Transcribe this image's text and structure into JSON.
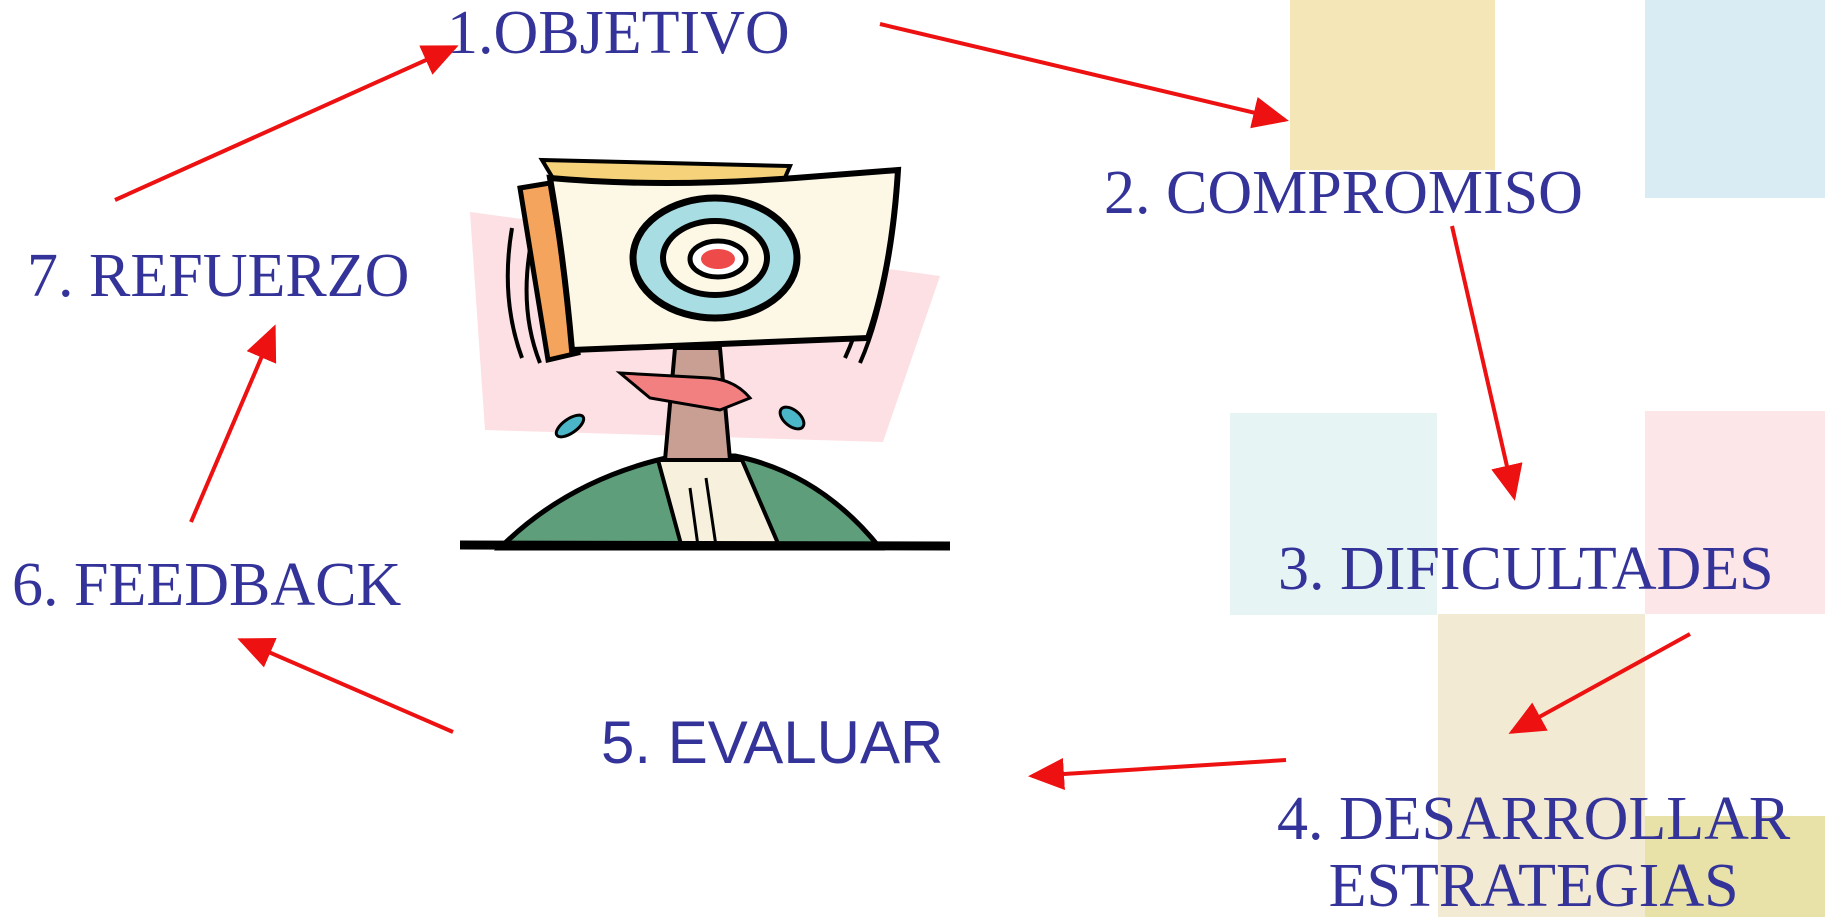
{
  "colors": {
    "text": "#333399",
    "arrow": "#ee1111",
    "square_gold": "#f5e6b8",
    "square_blue": "#d9ecf3",
    "square_teal": "#e6f4f4",
    "square_pink": "#fde6e8",
    "square_beige": "#f3ead3",
    "square_olive": "#e8e2a8"
  },
  "steps": {
    "s1": "1.OBJETIVO",
    "s2": "2. COMPROMISO",
    "s3": "3. DIFICULTADES",
    "s4_line1": "4. DESARROLLAR",
    "s4_line2": "ESTRATEGIAS",
    "s5": "5. EVALUAR",
    "s6": "6. FEEDBACK",
    "s7": "7. REFUERZO"
  },
  "cycle_order": [
    "s1",
    "s2",
    "s3",
    "s4",
    "s5",
    "s6",
    "s7"
  ],
  "illustration": {
    "icon": "target-headed-figure-icon"
  }
}
